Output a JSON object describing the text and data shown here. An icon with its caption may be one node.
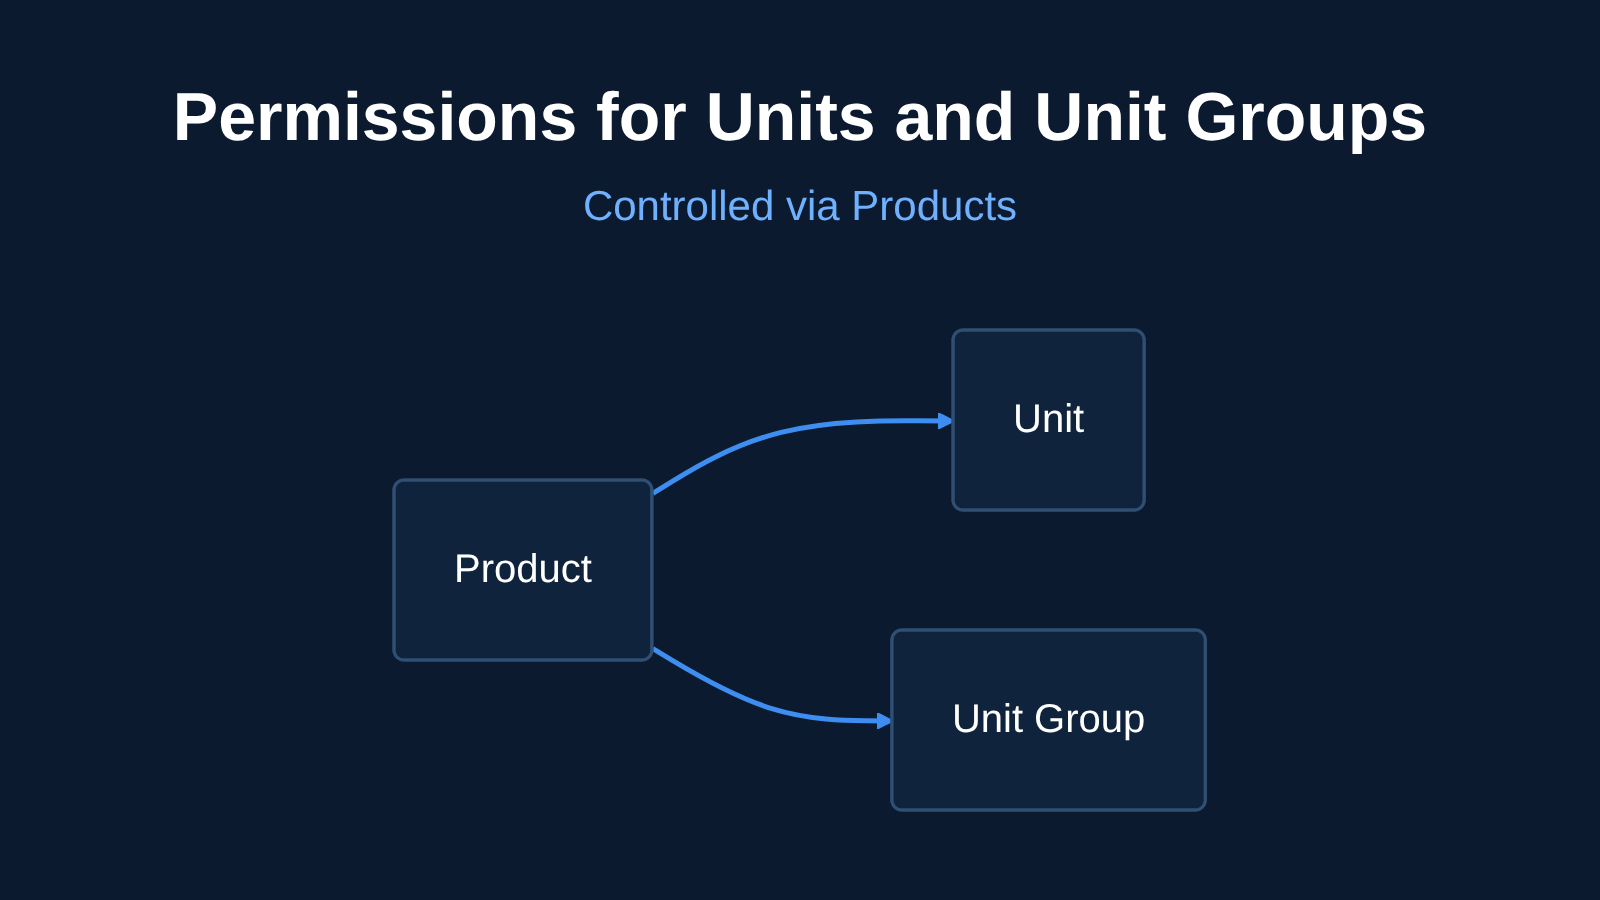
{
  "diagram": {
    "title": "Permissions for Units and Unit Groups",
    "nodes": [
      {
        "text": [
          "Product"
        ]
      },
      {
        "text": [
          "Unit"
        ]
      },
      {
        "text": [
          "Unit Group"
        ]
      }
    ],
    "edges": [
      {
        "from": 0,
        "to": 1,
        "arrow": "to"
      },
      {
        "from": 0,
        "to": 2,
        "arrow": "to"
      }
    ],
    "labels": [
      "Controlled via Products"
    ]
  }
}
